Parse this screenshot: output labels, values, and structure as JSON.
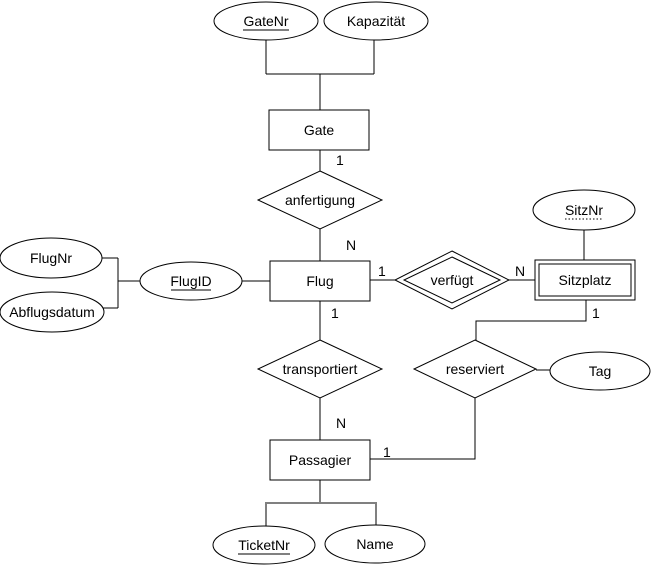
{
  "diagram": {
    "kind": "entity-relationship-diagram",
    "language": "de"
  },
  "colors": {
    "stroke": "#000000",
    "fill": "#ffffff",
    "text": "#000000",
    "gray_bracket": "#808080"
  },
  "entities": {
    "gate": {
      "label": "Gate",
      "type": "strong"
    },
    "flug": {
      "label": "Flug",
      "type": "strong"
    },
    "sitzplatz": {
      "label": "Sitzplatz",
      "type": "weak"
    },
    "passagier": {
      "label": "Passagier",
      "type": "strong"
    }
  },
  "relationships": {
    "anfertigung": {
      "label": "anfertigung",
      "type": "regular"
    },
    "verfuegt": {
      "label": "verfügt",
      "type": "identifying"
    },
    "transportiert": {
      "label": "transportiert",
      "type": "regular"
    },
    "reserviert": {
      "label": "reserviert",
      "type": "regular"
    }
  },
  "attributes": {
    "gatenr": {
      "label": "GateNr",
      "key": "primary"
    },
    "kapazitaet": {
      "label": "Kapazität",
      "key": "none"
    },
    "flugnr": {
      "label": "FlugNr",
      "key": "none"
    },
    "abflugsdatum": {
      "label": "Abflugsdatum",
      "key": "none"
    },
    "flugid": {
      "label": "FlugID",
      "key": "primary"
    },
    "sitznr": {
      "label": "SitzNr",
      "key": "partial"
    },
    "tag": {
      "label": "Tag",
      "key": "none"
    },
    "ticketnr": {
      "label": "TicketNr",
      "key": "primary"
    },
    "name": {
      "label": "Name",
      "key": "none"
    }
  },
  "cardinalities": {
    "gate_anfertigung": "1",
    "anfertigung_flug": "N",
    "flug_verfuegt": "1",
    "verfuegt_sitzplatz": "N",
    "flug_transportiert": "1",
    "transportiert_passagier": "N",
    "passagier_reserviert": "1",
    "sitzplatz_reserviert": "1"
  }
}
